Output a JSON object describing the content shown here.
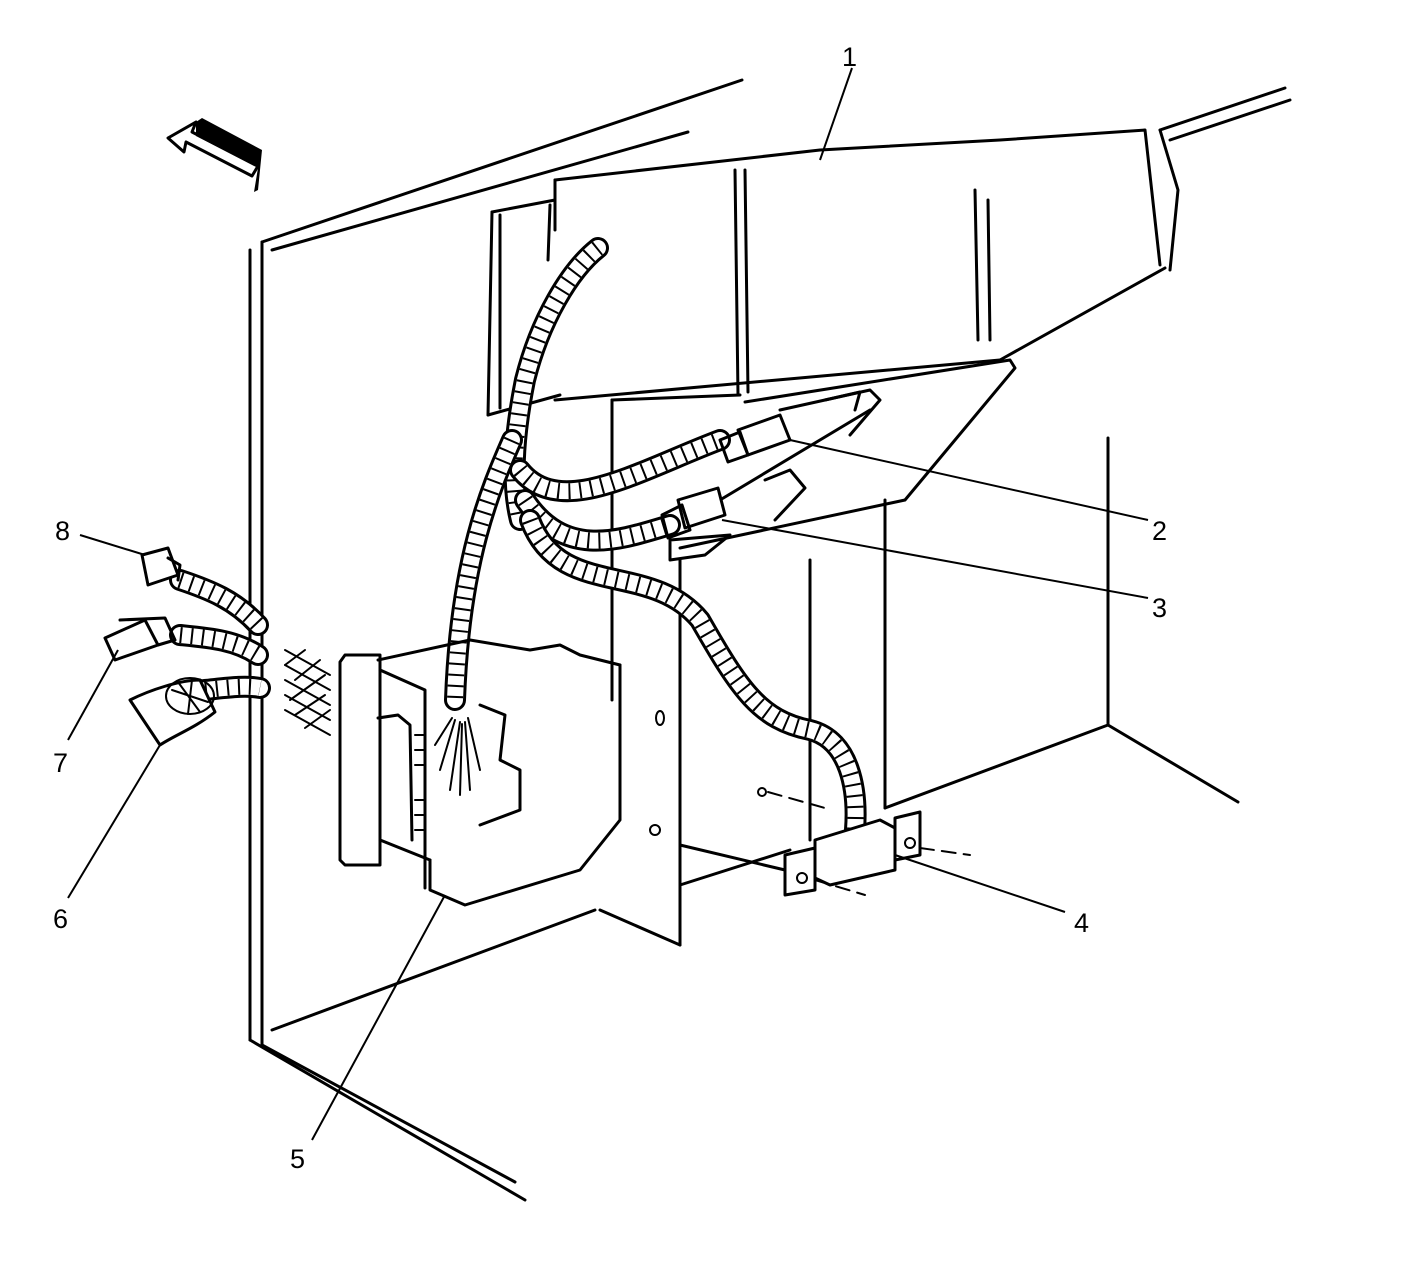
{
  "diagram": {
    "forward_arrow": "arrow-icon",
    "callouts": [
      {
        "id": "1",
        "label": "1"
      },
      {
        "id": "2",
        "label": "2"
      },
      {
        "id": "3",
        "label": "3"
      },
      {
        "id": "4",
        "label": "4"
      },
      {
        "id": "5",
        "label": "5"
      },
      {
        "id": "6",
        "label": "6"
      },
      {
        "id": "7",
        "label": "7"
      },
      {
        "id": "8",
        "label": "8"
      }
    ]
  }
}
